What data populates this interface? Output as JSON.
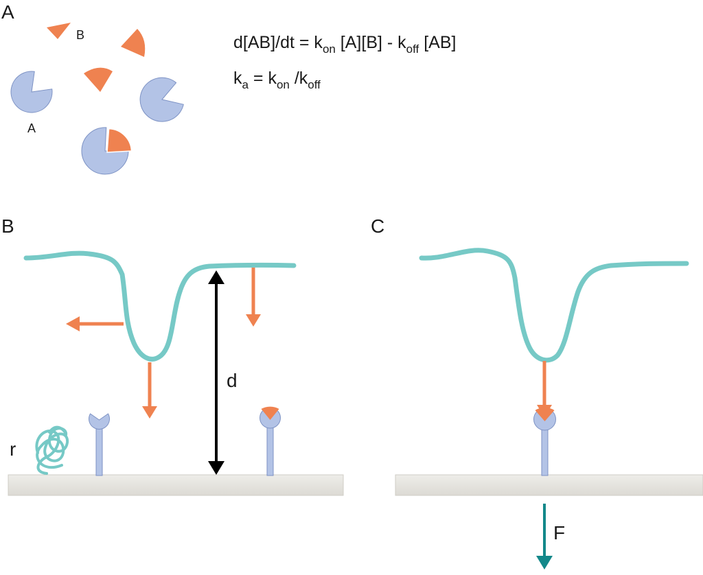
{
  "panels": {
    "a": {
      "letter": "A",
      "label_molecule_a": "A",
      "label_molecule_b": "B"
    },
    "b": {
      "letter": "B",
      "label_distance": "d",
      "label_coil": "r"
    },
    "c": {
      "letter": "C",
      "label_force": "F"
    }
  },
  "equations": {
    "rate": {
      "prefix": "d[AB]/dt = k",
      "kon_sub": "on",
      "middle": " [A][B] - k",
      "koff_sub": "off",
      "suffix": " [AB]"
    },
    "affinity": {
      "lhs": "k",
      "lhs_sub": "a",
      "mid": " = k",
      "kon_sub": "on",
      "slash": " /k",
      "koff_sub": "off"
    }
  },
  "colors": {
    "receptor_fill": "#b3c3e6",
    "receptor_stroke": "#7d92c4",
    "ligand": "#ef8250",
    "polymer": "#76c9c6",
    "surface": "#e3e1dc",
    "force_arrow": "#13888a",
    "black_arrow": "#000000"
  }
}
